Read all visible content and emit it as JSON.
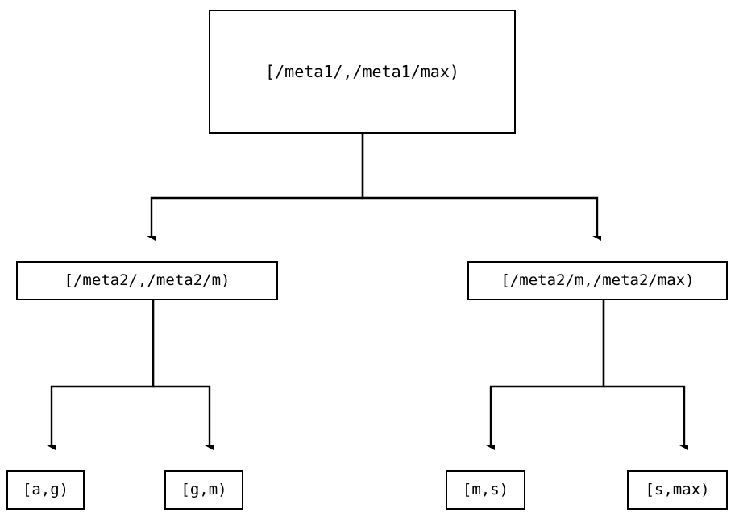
{
  "diagram": {
    "type": "tree",
    "orientation": "top-down",
    "background_color": "#ffffff",
    "line_color": "#000000",
    "node_fill": "#ffffff",
    "node_border_color": "#000000",
    "arrowhead_style": "filled-triangle",
    "nodes": {
      "root": {
        "label": "[/meta1/,/meta1/max)",
        "level": 0
      },
      "meta2_low": {
        "label": "[/meta2/,/meta2/m)",
        "level": 1
      },
      "meta2_high": {
        "label": "[/meta2/m,/meta2/max)",
        "level": 1
      },
      "leaf_ag": {
        "label": "[a,g)",
        "level": 2
      },
      "leaf_gm": {
        "label": "[g,m)",
        "level": 2
      },
      "leaf_ms": {
        "label": "[m,s)",
        "level": 2
      },
      "leaf_smax": {
        "label": "[s,max)",
        "level": 2
      }
    },
    "edges": [
      {
        "from": "root",
        "to": "meta2_low"
      },
      {
        "from": "root",
        "to": "meta2_high"
      },
      {
        "from": "meta2_low",
        "to": "leaf_ag"
      },
      {
        "from": "meta2_low",
        "to": "leaf_gm"
      },
      {
        "from": "meta2_high",
        "to": "leaf_ms"
      },
      {
        "from": "meta2_high",
        "to": "leaf_smax"
      }
    ]
  }
}
